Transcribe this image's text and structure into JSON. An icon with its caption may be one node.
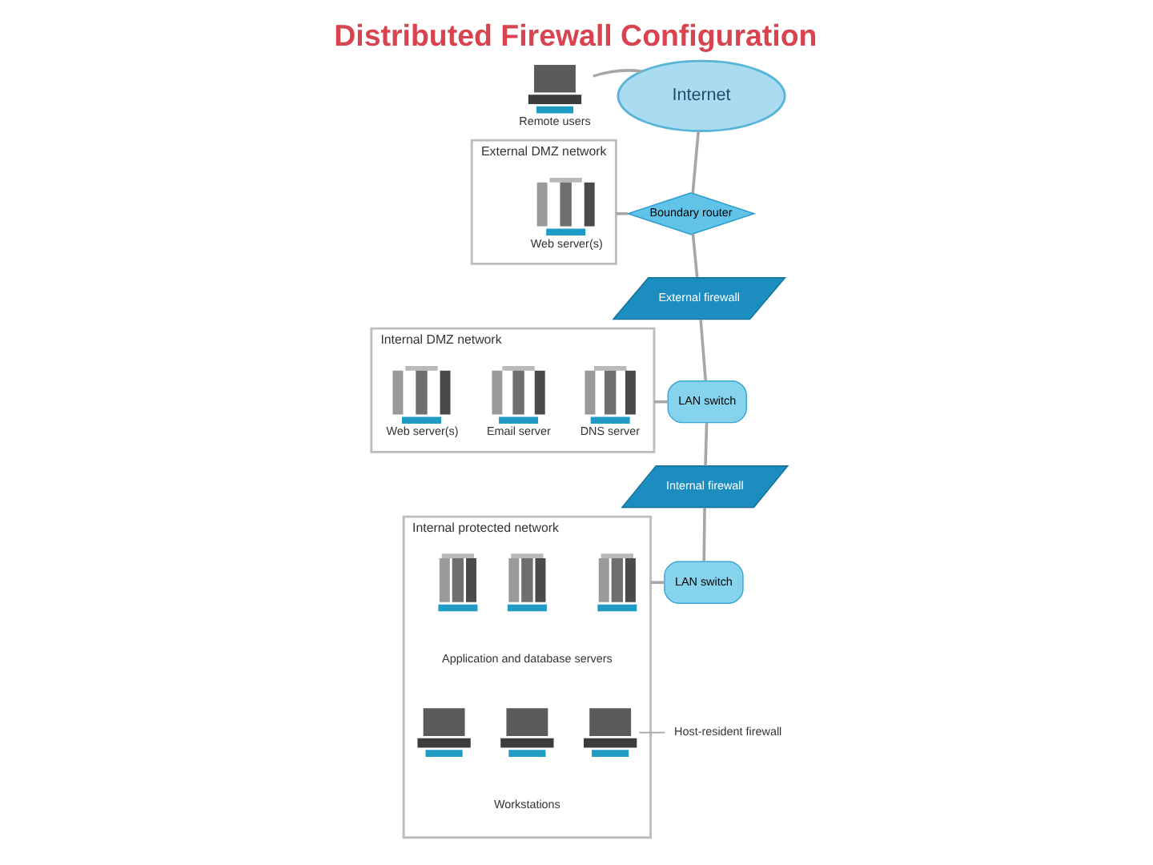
{
  "diagram": {
    "title": "Distributed Firewall Configuration",
    "nodes": [
      {
        "text": [
          "Remote users"
        ]
      },
      {
        "text": [
          "Internet"
        ]
      },
      {
        "text": [
          "External DMZ network"
        ]
      },
      {
        "text": [
          "Web server(s)"
        ],
        "in": 2
      },
      {
        "text": [
          "Boundary router"
        ]
      },
      {
        "text": [
          "External firewall"
        ]
      },
      {
        "text": [
          "Internal DMZ network"
        ]
      },
      {
        "text": [
          "Web server(s)"
        ],
        "in": 6
      },
      {
        "text": [
          "Email server"
        ],
        "in": 6
      },
      {
        "text": [
          "DNS server"
        ],
        "in": 6
      },
      {
        "text": [
          "LAN switch"
        ]
      },
      {
        "text": [
          "Internal firewall"
        ]
      },
      {
        "text": [
          "Internal protected network"
        ]
      },
      {
        "text": [],
        "shape": "picture",
        "in": 12
      },
      {
        "text": [],
        "shape": "picture",
        "in": 12
      },
      {
        "text": [],
        "shape": "picture",
        "in": 12
      },
      {
        "text": [],
        "shape": "picture",
        "in": 12
      },
      {
        "text": [],
        "shape": "picture",
        "in": 12
      },
      {
        "text": [],
        "shape": "picture",
        "in": 12
      },
      {
        "text": [
          "LAN switch"
        ]
      },
      {
        "text": [
          "Host-resident firewall"
        ]
      }
    ],
    "edges": [
      {
        "from": 0,
        "to": 1,
        "arrow": "none"
      },
      {
        "from": 1,
        "to": 4,
        "arrow": "none"
      },
      {
        "from": 2,
        "to": 4,
        "arrow": "none"
      },
      {
        "from": 4,
        "to": 5,
        "arrow": "none"
      },
      {
        "from": 5,
        "to": 10,
        "arrow": "none"
      },
      {
        "from": 6,
        "to": 10,
        "arrow": "none"
      },
      {
        "from": 10,
        "to": 11,
        "arrow": "none"
      },
      {
        "from": 11,
        "to": 19,
        "arrow": "none"
      },
      {
        "from": 12,
        "to": 19,
        "arrow": "none"
      },
      {
        "from": 20,
        "to": 18,
        "arrow": "none"
      }
    ],
    "labels": [
      "Application and database servers",
      "Workstations"
    ]
  }
}
